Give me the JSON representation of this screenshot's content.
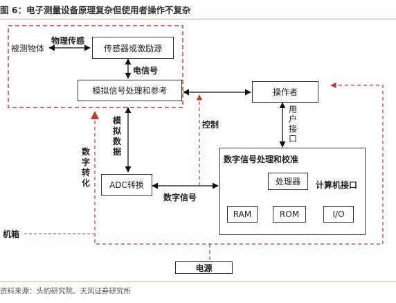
{
  "figure_title": "图 6：电子测量设备原理复杂但使用者操作不复杂",
  "source_note": "资料来源：头豹研究院、天风证券研究所",
  "colors": {
    "accent": "#c0392b",
    "rule": "#c9a98b",
    "ink": "#222222"
  },
  "nodes": {
    "measured_object": "被测物体",
    "sensor": "传感器或激励源",
    "analog_processing": "模拟信号处理和参考",
    "operator": "操作者",
    "adc": "ADC转换",
    "digital_block_title": "数字信号处理和校准",
    "processor": "处理器",
    "ram": "RAM",
    "rom": "ROM",
    "io": "I/O",
    "power": "电源",
    "chassis": "机箱"
  },
  "edge_labels": {
    "physical_sensing": "物理传感",
    "electrical_signal": "电信号",
    "analog_data": "模拟数据",
    "digitize": "数字转化",
    "control": "控制",
    "user_interface": "用户接口",
    "digital_signal": "数字信号",
    "computer_interface": "计算机接口"
  }
}
